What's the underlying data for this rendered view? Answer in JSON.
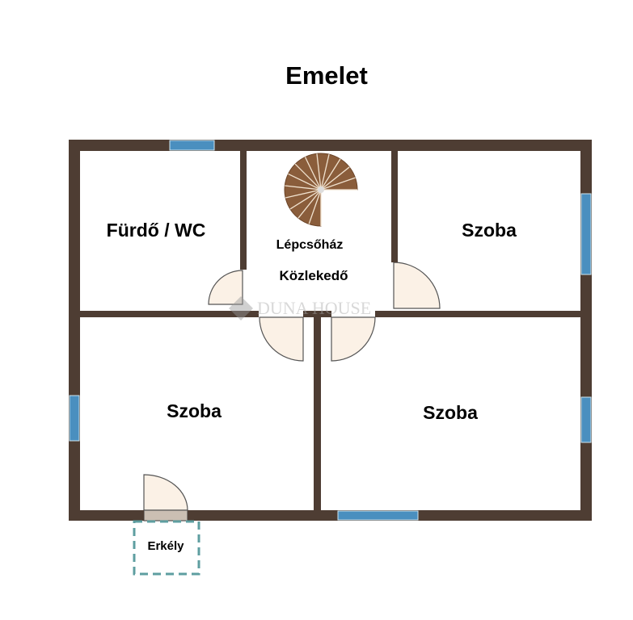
{
  "title": "Emelet",
  "rooms": {
    "bath": "Fürdő / WC",
    "stairs": "Lépcsőház",
    "hall": "Közlekedő",
    "room_top_right": "Szoba",
    "room_bottom_left": "Szoba",
    "room_bottom_right": "Szoba",
    "balcony": "Erkély"
  },
  "watermark": "DUNA HOUSE",
  "colors": {
    "wall": "#4e3d33",
    "window": "#4a8fbf",
    "door": "#fbf1e6",
    "balcony": "#5e9ea0",
    "stair": "#8a5d3b"
  }
}
